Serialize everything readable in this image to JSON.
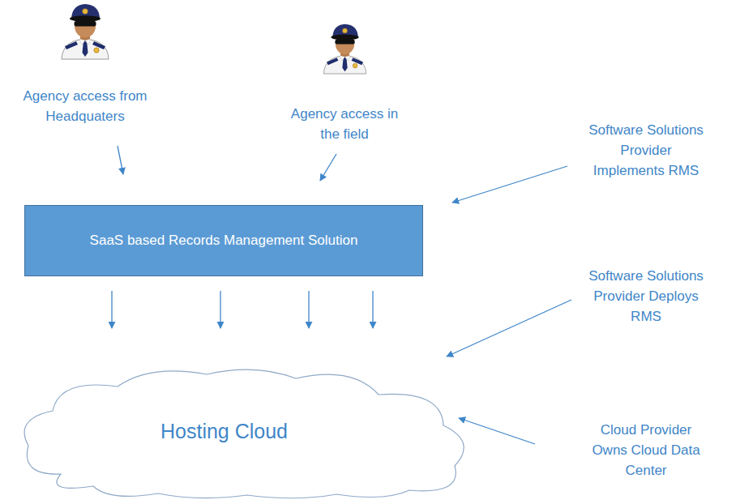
{
  "diagram": {
    "nodes": [
      {
        "text": [
          "SaaS based Records Management Solution"
        ]
      },
      {
        "text": [
          "Hosting Cloud"
        ]
      }
    ],
    "edges": [
      {
        "from": 0,
        "to": 1,
        "arrow": "to"
      },
      {
        "from": 0,
        "to": 1,
        "arrow": "to"
      },
      {
        "from": 0,
        "to": 1,
        "arrow": "to"
      },
      {
        "from": 0,
        "to": 1,
        "arrow": "to"
      }
    ],
    "labels": [
      "Agency access from Headquaters",
      "Agency access in the field",
      "Software Solutions Provider Implements RMS",
      "Software Solutions Provider Deploys RMS",
      "Cloud Provider Owns Cloud Data Center"
    ]
  }
}
